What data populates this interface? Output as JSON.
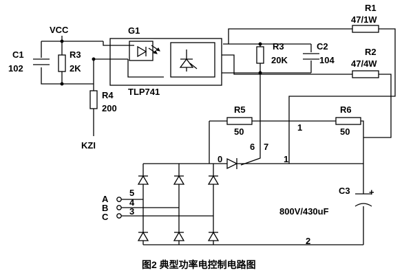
{
  "labels": {
    "vcc": "VCC",
    "g1": "G1",
    "c1": "C1",
    "c1_val": "102",
    "r3a": "R3",
    "r3a_val": "2K",
    "r4": "R4",
    "r4_val": "200",
    "kzi": "KZI",
    "tlp": "TLP741",
    "r3b": "R3",
    "r3b_val": "20K",
    "c2": "C2",
    "c2_val": "104",
    "r1": "R1",
    "r1_val": "47/1W",
    "r2": "R2",
    "r2_val": "47/4W",
    "r5": "R5",
    "r5_val": "50",
    "r6": "R6",
    "r6_val": "50",
    "n1a": "1",
    "n1b": "1",
    "n0": "0",
    "n6": "6",
    "n7": "7",
    "n2": "2",
    "n5": "5",
    "n4": "4",
    "n3": "3",
    "pa": "A",
    "pb": "B",
    "pc": "C",
    "c3": "C3",
    "c3_val": "800V/430uF",
    "plus": "+"
  },
  "caption": "图2   典型功率电控制电路图"
}
